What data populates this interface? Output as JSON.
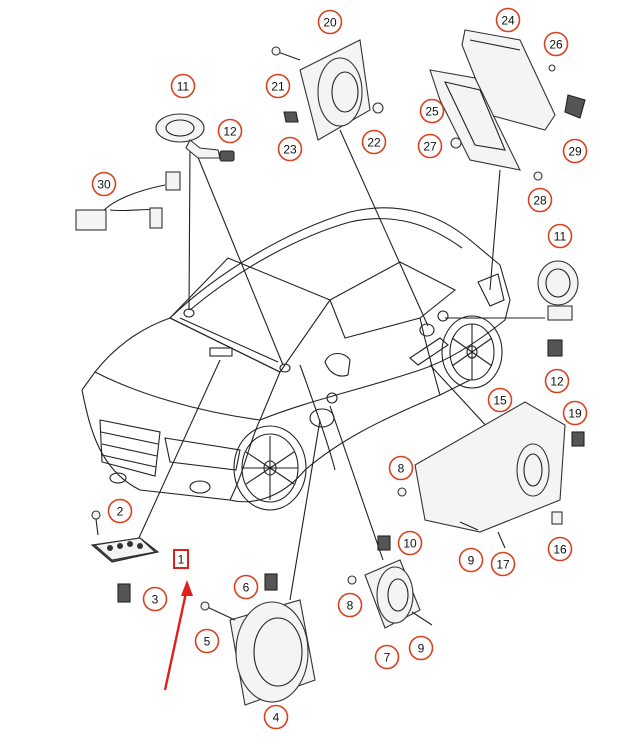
{
  "diagram": {
    "callouts": [
      {
        "id": "c20",
        "label": "20",
        "kind": "circle"
      },
      {
        "id": "c24",
        "label": "24",
        "kind": "circle"
      },
      {
        "id": "c26",
        "label": "26",
        "kind": "circle"
      },
      {
        "id": "c21",
        "label": "21",
        "kind": "circle"
      },
      {
        "id": "c25",
        "label": "25",
        "kind": "circle"
      },
      {
        "id": "c11a",
        "label": "11",
        "kind": "circle"
      },
      {
        "id": "c12a",
        "label": "12",
        "kind": "circle"
      },
      {
        "id": "c23",
        "label": "23",
        "kind": "circle"
      },
      {
        "id": "c22",
        "label": "22",
        "kind": "circle"
      },
      {
        "id": "c27",
        "label": "27",
        "kind": "circle"
      },
      {
        "id": "c29",
        "label": "29",
        "kind": "circle"
      },
      {
        "id": "c30",
        "label": "30",
        "kind": "circle"
      },
      {
        "id": "c28",
        "label": "28",
        "kind": "circle"
      },
      {
        "id": "c11b",
        "label": "11",
        "kind": "circle"
      },
      {
        "id": "c12b",
        "label": "12",
        "kind": "circle"
      },
      {
        "id": "c15",
        "label": "15",
        "kind": "circle"
      },
      {
        "id": "c19",
        "label": "19",
        "kind": "circle"
      },
      {
        "id": "c8a",
        "label": "8",
        "kind": "circle"
      },
      {
        "id": "c2",
        "label": "2",
        "kind": "circle"
      },
      {
        "id": "c1",
        "label": "1",
        "kind": "box"
      },
      {
        "id": "c10",
        "label": "10",
        "kind": "circle"
      },
      {
        "id": "c9a",
        "label": "9",
        "kind": "circle"
      },
      {
        "id": "c17",
        "label": "17",
        "kind": "circle"
      },
      {
        "id": "c16",
        "label": "16",
        "kind": "circle"
      },
      {
        "id": "c3",
        "label": "3",
        "kind": "circle"
      },
      {
        "id": "c6",
        "label": "6",
        "kind": "circle"
      },
      {
        "id": "c8b",
        "label": "8",
        "kind": "circle"
      },
      {
        "id": "c5",
        "label": "5",
        "kind": "circle"
      },
      {
        "id": "c9b",
        "label": "9",
        "kind": "circle"
      },
      {
        "id": "c7",
        "label": "7",
        "kind": "circle"
      },
      {
        "id": "c4",
        "label": "4",
        "kind": "circle"
      }
    ],
    "colors": {
      "callout": "#d9411e",
      "arrow": "#e0201b",
      "ink": "#222222"
    }
  }
}
